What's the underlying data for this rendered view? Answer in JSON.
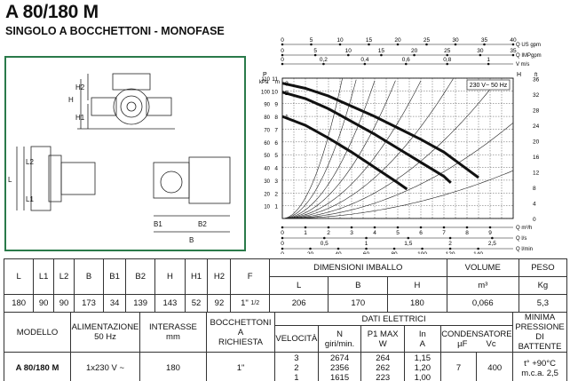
{
  "header": {
    "title": "A 80/180 M",
    "subtitle": "SINGOLO A BOCCHETTONI - MONOFASE"
  },
  "drawing": {
    "labels": [
      "H2",
      "H",
      "H1",
      "L2",
      "L",
      "L1",
      "B1",
      "B2",
      "B"
    ]
  },
  "chart_data": {
    "type": "line",
    "title": "",
    "power_label": "230 V~ 50 Hz",
    "y_left": {
      "units": [
        "P",
        "kPa",
        "m"
      ],
      "kpa_ticks": [
        0,
        10,
        20,
        30,
        40,
        50,
        60,
        70,
        80,
        90,
        100,
        110
      ],
      "m_ticks": [
        0,
        1,
        2,
        3,
        4,
        5,
        6,
        7,
        8,
        9,
        10,
        11
      ]
    },
    "y_right": {
      "units": [
        "H",
        "ft"
      ],
      "ticks": [
        0,
        4,
        8,
        12,
        16,
        20,
        24,
        28,
        32,
        36
      ]
    },
    "x_axes": [
      {
        "label": "Q US gpm",
        "ticks": [
          "0",
          "5",
          "10",
          "15",
          "20",
          "25",
          "30",
          "35",
          "40"
        ],
        "max": 40
      },
      {
        "label": "Q IMPgpm",
        "ticks": [
          "0",
          "5",
          "10",
          "15",
          "20",
          "25",
          "30",
          "35"
        ],
        "max": 35
      },
      {
        "label": "V m/s",
        "ticks": [
          "0",
          "0,2",
          "0,4",
          "0,6",
          "0,8",
          "1"
        ],
        "max": 1
      },
      {
        "label": "Q m³/h",
        "ticks": [
          "0",
          "1",
          "2",
          "3",
          "4",
          "5",
          "6",
          "7",
          "8",
          "9"
        ],
        "max": 10
      },
      {
        "label": "Q l/s",
        "ticks": [
          "0",
          "0,5",
          "1",
          "1,5",
          "2",
          "2,5"
        ],
        "max": 2.75
      },
      {
        "label": "Q l/min",
        "ticks": [
          "0",
          "20",
          "40",
          "60",
          "80",
          "100",
          "120",
          "140"
        ],
        "max": 165
      }
    ],
    "x_range": [
      0,
      10
    ],
    "y_range_m": [
      0,
      11
    ],
    "series": [
      {
        "name": "3",
        "x": [
          0,
          1,
          2,
          3,
          4,
          5,
          6,
          7,
          8.5
        ],
        "y": [
          10.6,
          10.2,
          9.6,
          8.8,
          8.0,
          7.1,
          6.2,
          5.2,
          3.2
        ]
      },
      {
        "name": "2",
        "x": [
          0,
          1,
          2,
          3,
          4,
          5,
          6,
          7,
          7.3
        ],
        "y": [
          9.9,
          9.4,
          8.6,
          7.6,
          6.6,
          5.5,
          4.4,
          3.3,
          2.8
        ]
      },
      {
        "name": "1",
        "x": [
          0,
          1,
          2,
          3,
          4,
          5,
          5.4
        ],
        "y": [
          8.0,
          7.3,
          6.3,
          5.2,
          4.0,
          2.8,
          2.3
        ]
      }
    ],
    "grid": true
  },
  "dimensions": {
    "headers": [
      "L",
      "L1",
      "L2",
      "B",
      "B1",
      "B2",
      "H",
      "H1",
      "H2",
      "F"
    ],
    "imballo_header": "DIMENSIONI IMBALLO",
    "imballo_sub": [
      "L",
      "B",
      "H"
    ],
    "volume_header": "VOLUME",
    "volume_unit": "m³",
    "peso_header": "PESO",
    "peso_unit": "Kg",
    "values": [
      "180",
      "90",
      "90",
      "173",
      "34",
      "139",
      "143",
      "52",
      "92"
    ],
    "f_value": "1\"",
    "f_fraction": "1/2",
    "imballo_values": [
      "206",
      "170",
      "180"
    ],
    "volume_value": "0,066",
    "peso_value": "5,3"
  },
  "electrical": {
    "modello": "MODELLO",
    "alimentazione": [
      "ALIMENTAZIONE",
      "50 Hz"
    ],
    "interasse": [
      "INTERASSE",
      "mm"
    ],
    "bocchettoni": [
      "BOCCHETTONI A",
      "RICHIESTA"
    ],
    "dati_elettrici": "DATI ELETTRICI",
    "velocita": "VELOCITÀ",
    "n": [
      "N",
      "giri/min."
    ],
    "p1max": [
      "P1 MAX",
      "W"
    ],
    "in": [
      "In",
      "A"
    ],
    "condensatore": "CONDENSATORE",
    "cond_units": [
      "µF",
      "Vc"
    ],
    "pressione": [
      "MINIMA",
      "PRESSIONE",
      "DI BATTENTE"
    ],
    "model_value": "A 80/180 M",
    "alim_value": "1x230 V ~",
    "interasse_value": "180",
    "bocchettoni_value": "1\"",
    "speeds": [
      "3",
      "2",
      "1"
    ],
    "rpm": [
      "2674",
      "2356",
      "1615"
    ],
    "watts": [
      "264",
      "262",
      "223"
    ],
    "amps": [
      "1,15",
      "1,20",
      "1,00"
    ],
    "uf": "7",
    "vc": "400",
    "pressione_values": [
      "t° +90°C",
      "m.c.a. 2,5"
    ]
  }
}
